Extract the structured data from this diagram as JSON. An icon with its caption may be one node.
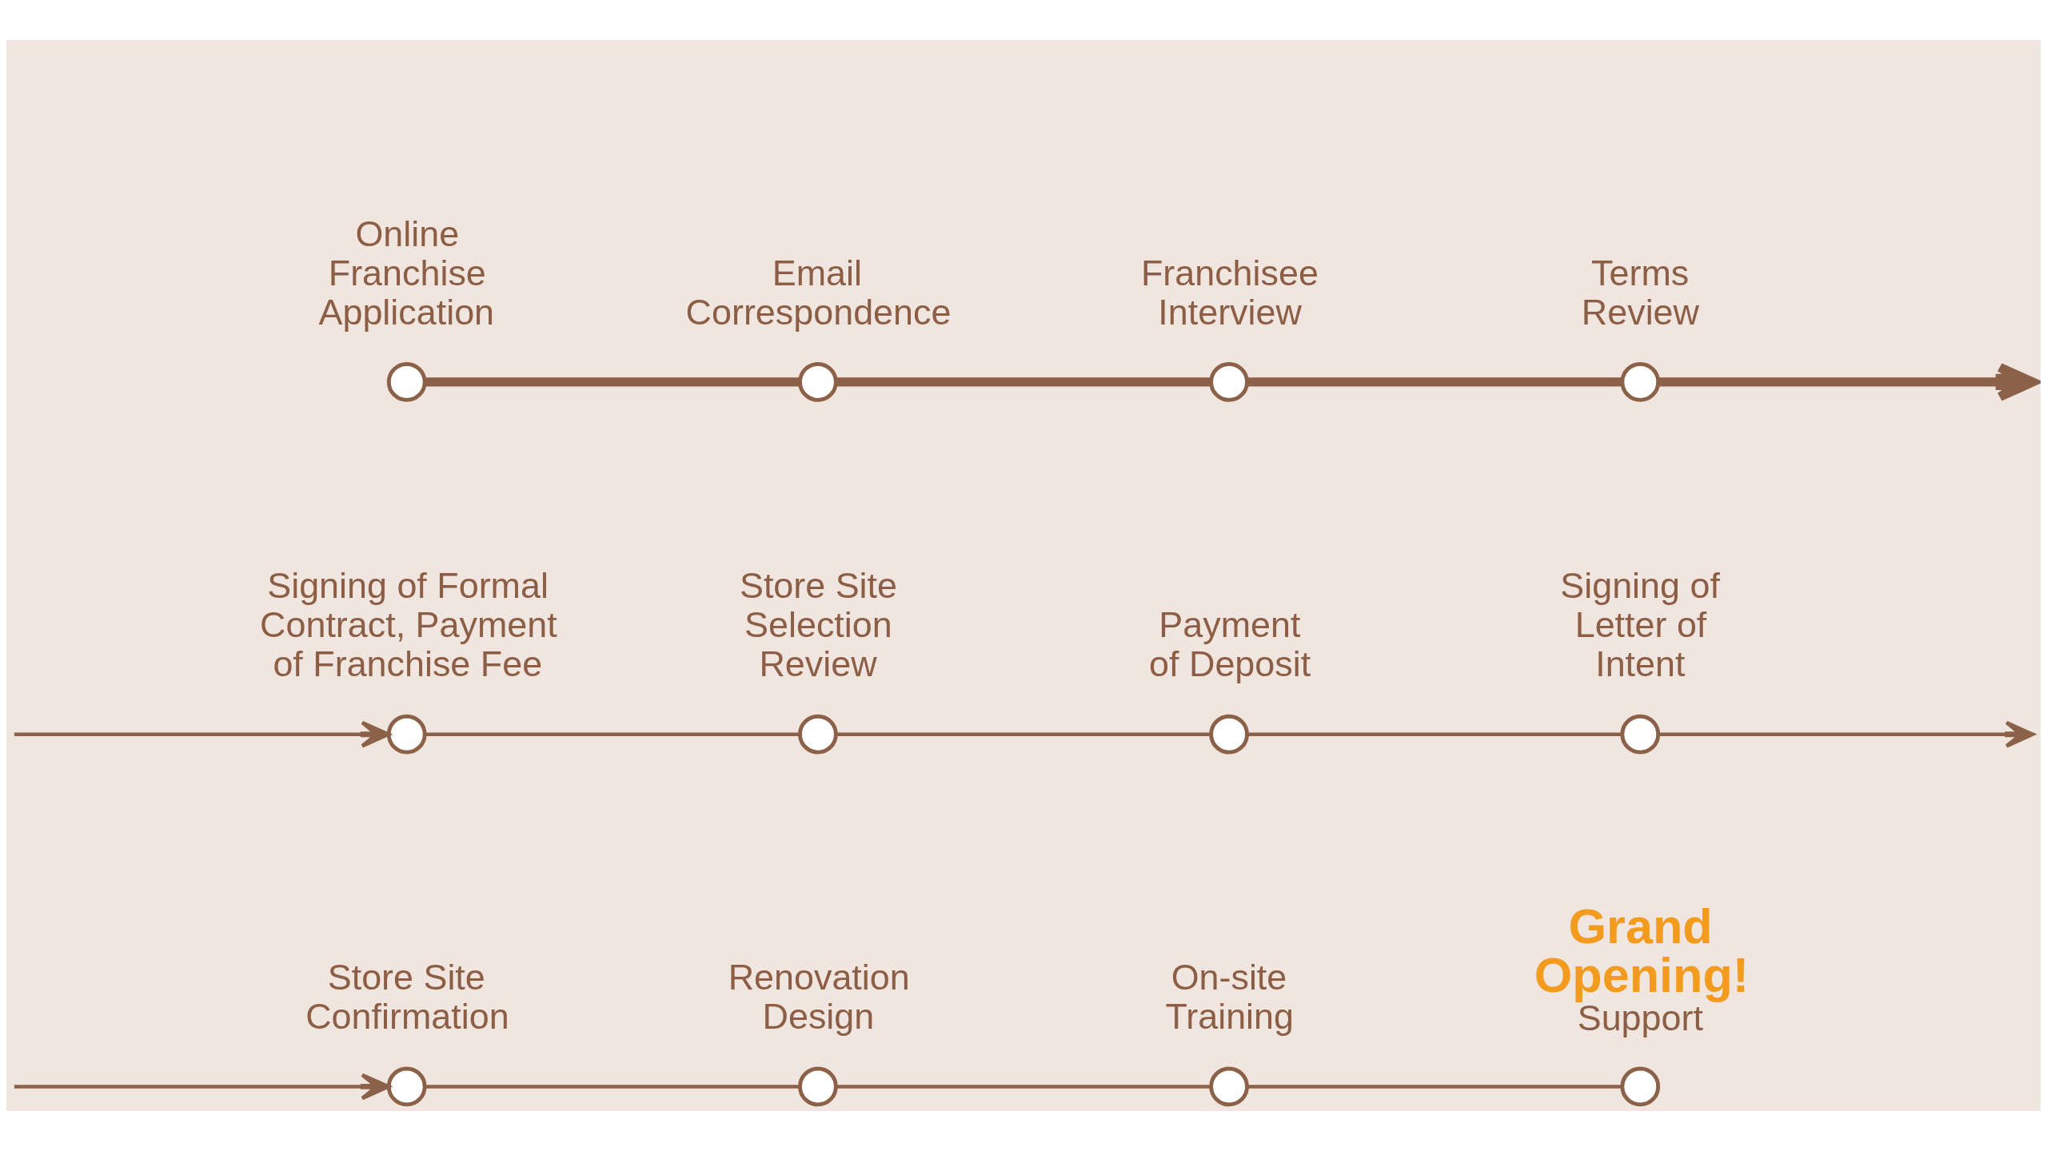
{
  "diagram": {
    "nodes": [
      {
        "text": [
          "Online Franchise Application"
        ]
      },
      {
        "text": [
          "Email Correspondence"
        ]
      },
      {
        "text": [
          "Franchisee Interview"
        ]
      },
      {
        "text": [
          "Terms Review"
        ]
      },
      {
        "text": [
          "Signing of Formal Contract, Payment of Franchise Fee"
        ]
      },
      {
        "text": [
          "Store Site Selection Review"
        ]
      },
      {
        "text": [
          "Payment of Deposit"
        ]
      },
      {
        "text": [
          "Signing of Letter of Intent"
        ]
      },
      {
        "text": [
          "Store Site Confirmation"
        ]
      },
      {
        "text": [
          "Renovation Design"
        ]
      },
      {
        "text": [
          "On-site Training"
        ]
      },
      {
        "text": [
          "Grand Opening!",
          "Support"
        ]
      }
    ],
    "edges": [
      {
        "from": 0,
        "to": 1,
        "arrow": "none",
        "style": "thick"
      },
      {
        "from": 1,
        "to": 2,
        "arrow": "none",
        "style": "thick"
      },
      {
        "from": 2,
        "to": 3,
        "arrow": "none",
        "style": "thick"
      },
      {
        "from": 3,
        "to": null,
        "arrow": "to",
        "style": "thick"
      },
      {
        "from": null,
        "to": 4,
        "arrow": "to"
      },
      {
        "from": 4,
        "to": 5,
        "arrow": "none"
      },
      {
        "from": 5,
        "to": 6,
        "arrow": "none"
      },
      {
        "from": 6,
        "to": 7,
        "arrow": "none"
      },
      {
        "from": 7,
        "to": null,
        "arrow": "to"
      },
      {
        "from": null,
        "to": 8,
        "arrow": "to"
      },
      {
        "from": 8,
        "to": 9,
        "arrow": "none"
      },
      {
        "from": 9,
        "to": 10,
        "arrow": "none"
      },
      {
        "from": 10,
        "to": 11,
        "arrow": "none"
      }
    ]
  }
}
